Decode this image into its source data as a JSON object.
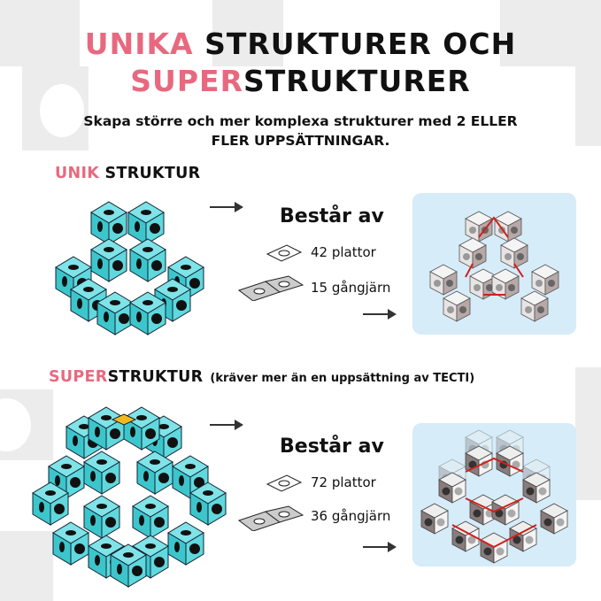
{
  "header": {
    "title_line1_accent": "UNIKA",
    "title_line1_rest": "STRUKTURER OCH",
    "title_line2_accent": "SUPER",
    "title_line2_rest": "STRUKTURER",
    "subtitle_line1": "Skapa större och mer komplexa strukturer med 2 ELLER",
    "subtitle_line2": "FLER UPPSÄTTNINGAR."
  },
  "unique_section": {
    "heading_accent": "UNIK",
    "heading_rest": "STRUKTUR",
    "consists_of": "Består av",
    "items": [
      {
        "icon": "single-plate-icon",
        "label": "42 plattor"
      },
      {
        "icon": "hinge-double-plate-icon",
        "label": "15 gångjärn"
      }
    ]
  },
  "super_section": {
    "heading_accent": "SUPER",
    "heading_rest": "STRUKTUR",
    "note": "(kräver mer än en uppsättning av TECTI)",
    "consists_of": "Består av",
    "items": [
      {
        "icon": "single-plate-icon",
        "label": "72 plattor"
      },
      {
        "icon": "hinge-double-plate-icon",
        "label": "36 gångjärn"
      }
    ]
  },
  "colors": {
    "accent_pink": "#e8697f",
    "cube_teal": "#4fd3d8",
    "panel_blue": "#d6ecf8",
    "hinge_red": "#d0201c"
  }
}
